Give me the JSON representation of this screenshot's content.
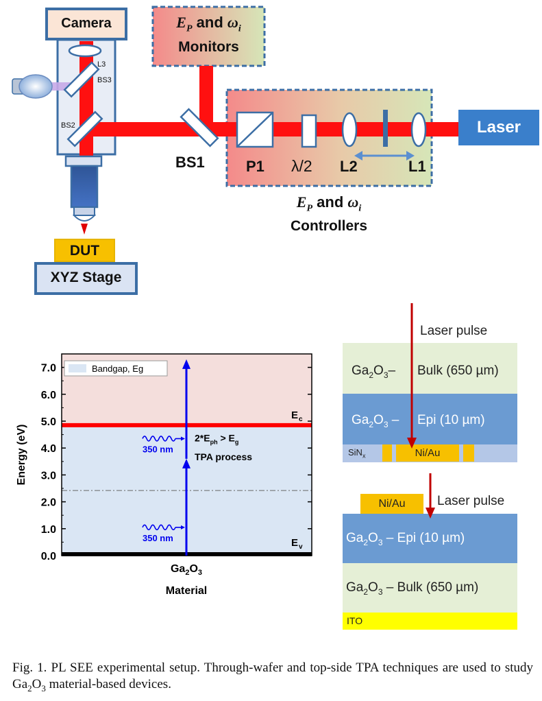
{
  "setup": {
    "camera": "Camera",
    "monitors_title": "E_P and ω_i",
    "monitors_sub": "Monitors",
    "controllers_title": "E_P and ω_i",
    "controllers_sub": "Controllers",
    "laser": "Laser",
    "bs1": "BS1",
    "p1": "P1",
    "halfwave": "λ/2",
    "l2": "L2",
    "l1": "L1",
    "l3": "L3",
    "bs3": "BS3",
    "bs2": "BS2",
    "dut": "DUT",
    "stage": "XYZ Stage"
  },
  "energy_chart": {
    "ylabel": "Energy (eV)",
    "xlabel": "Material",
    "xtick": "Ga2O3",
    "yticks": [
      "0.0",
      "1.0",
      "2.0",
      "3.0",
      "4.0",
      "5.0",
      "6.0",
      "7.0"
    ],
    "legend": "Bandgap, Eg",
    "ec": "Ec",
    "ev": "Ev",
    "photon1": "350 nm",
    "photon2": "350 nm",
    "tpa_eq": "2*Eph > Eg",
    "tpa_process": "TPA process"
  },
  "chart_data": {
    "type": "energy-band",
    "ylim": [
      0,
      7.5
    ],
    "bandgap_eV": 4.85,
    "conduction_band": 4.85,
    "valence_band": 0.0,
    "midgap_dashed": 2.42,
    "photon_steps_eV": [
      0,
      3.6,
      7.3
    ],
    "ylabel": "Energy (eV)",
    "xlabel": "Material",
    "category": "Ga2O3"
  },
  "through_wafer": {
    "laser": "Laser pulse",
    "bulk_left": "Ga2O3–",
    "bulk_right": "Bulk (650 µm)",
    "epi_left": "Ga2O3 –",
    "epi_right": "Epi (10 µm)",
    "sinx": "SiNx",
    "contact": "Ni/Au"
  },
  "top_side": {
    "laser": "Laser pulse",
    "contact": "Ni/Au",
    "epi": "Ga2O3 – Epi (10 µm)",
    "bulk": "Ga2O3 – Bulk (650 µm)",
    "ito": "ITO"
  },
  "caption": {
    "prefix": "Fig. 1.   PL SEE experimental setup. Through-wafer and top-side TPA techniques are used to study Ga",
    "sub": "2",
    "mid": "O",
    "sub2": "3",
    "suffix": " material-based devices."
  },
  "colors": {
    "beam": "#ff1010",
    "box_blue": "#3c6ea5",
    "laser_blue": "#3a7fcb",
    "dut_orange": "#f7c000",
    "epi_blue": "#6b9bd2",
    "bulk_green": "#e5efd6",
    "ito_yellow": "#ffff00"
  }
}
